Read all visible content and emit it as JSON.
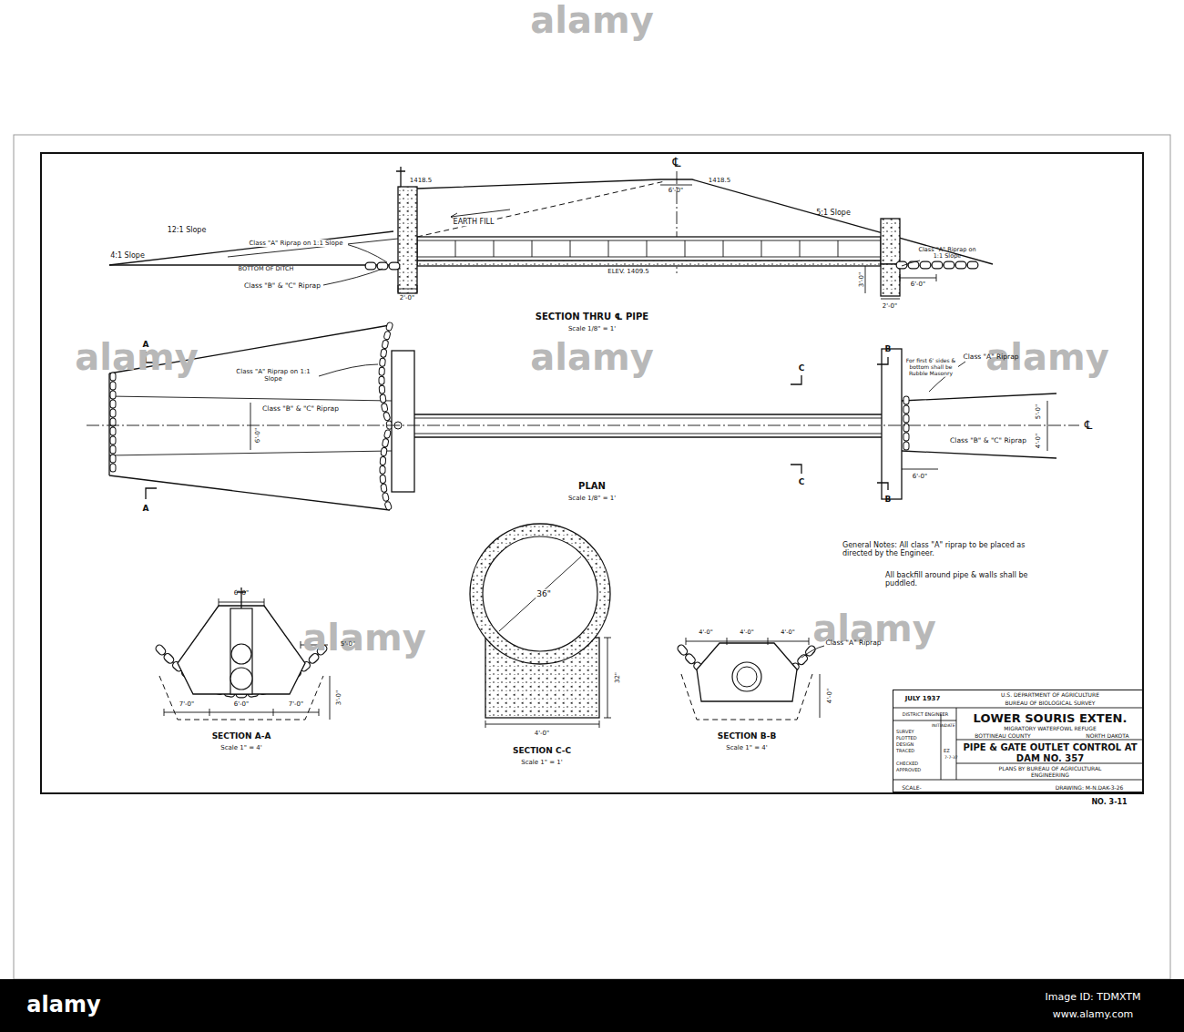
{
  "diagram": {
    "nodes": [
      {
        "text": [
          "JULY 1937",
          "U.S. DEPARTMENT OF AGRICULTURE",
          "BUREAU OF BIOLOGICAL SURVEY",
          "DISTRICT ENGINEER",
          "INITIAL",
          "DATE",
          "SURVEY",
          "PLOTTED",
          "DESIGN",
          "TRACED",
          "EZ",
          "7-7-37",
          "CHECKED",
          "APPROVED",
          "LOWER SOURIS EXTEN.",
          "MIGRATORY WATERFOWL REFUGE",
          "BOTTINEAU COUNTY",
          "NORTH DAKOTA",
          "PIPE & GATE OUTLET CONTROL AT DAM NO. 357",
          "PLANS BY BUREAU OF AGRICULTURAL ENGINEERING",
          "SCALE-",
          "DRAWING: M-N.DAK-3-26"
        ]
      }
    ],
    "labels": [
      "alamy",
      "alamy",
      "alamy",
      "alamy",
      "alamy",
      "alamy",
      "℄",
      "1418.5",
      "6'-0\"",
      "1418.5",
      "EARTH FILL",
      "12:1 Slope",
      "4:1 Slope",
      "Class \"A\" Riprap on 1:1 Slope",
      "BOTTOM OF DITCH",
      "Class \"B\" & \"C\" Riprap",
      "ELEV. 1409.5",
      "5:1 Slope",
      "Class \"A\" Riprap on 1:1 Slope",
      "2'-0\"",
      "3'-0\"",
      "6'-0\"",
      "2'-0\"",
      "SECTION THRU ℄ PIPE",
      "Scale 1/8\" = 1'",
      "A",
      "A",
      "Class \"A\" Riprap on 1:1 Slope",
      "Class \"B\" & \"C\" Riprap",
      "6'-0\"",
      "C",
      "C",
      "B",
      "B",
      "For first 6' sides & bottom shall be Rubble Masonry",
      "Class \"A\" Riprap",
      "Class \"B\" & \"C\" Riprap",
      "5'-0\"",
      "4'-0\"",
      "6'-0\"",
      "℄",
      "PLAN",
      "Scale 1/8\" = 1'",
      "General Notes: All class \"A\" riprap to be placed as directed by the Engineer.",
      "All backfill around pipe & walls shall be puddled.",
      "6'-0\"",
      "5'-0\"",
      "3'-0\"",
      "7'-0\"",
      "6'-0\"",
      "7'-0\"",
      "SECTION A-A",
      "Scale 1\" = 4'",
      "36\"",
      "32\"",
      "4'-0\"",
      "SECTION C-C",
      "Scale 1\" = 1'",
      "4'-0\"",
      "4'-0\"",
      "4'-0\"",
      "Class \"A\" Riprap",
      "4'-0\"",
      "SECTION B-B",
      "Scale 1\" = 4'",
      "NO. 3-11",
      "alamy",
      "Image ID: TDMXTM",
      "www.alamy.com"
    ]
  }
}
